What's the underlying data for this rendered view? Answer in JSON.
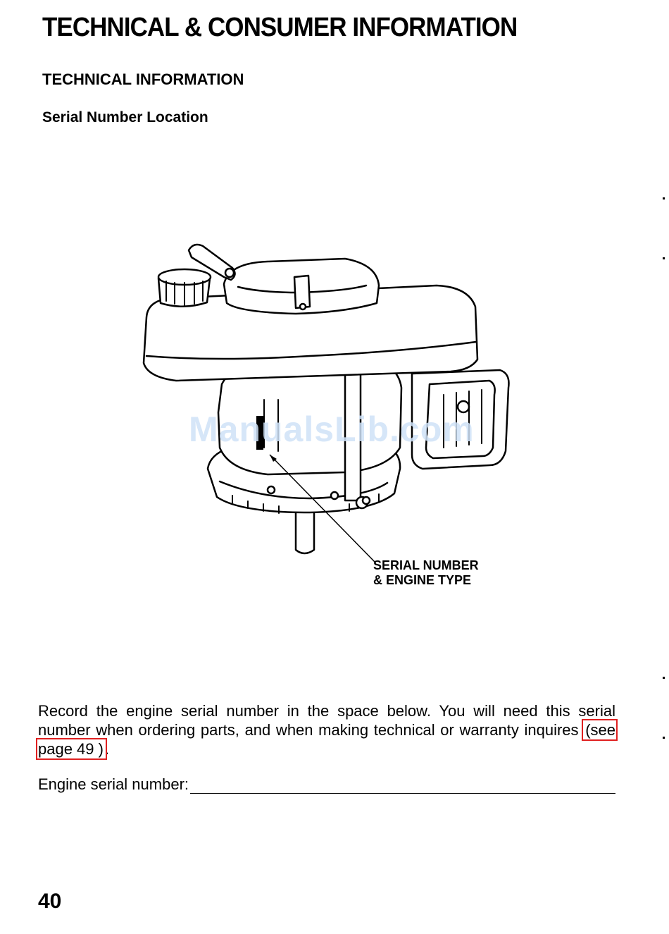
{
  "header": {
    "title": "TECHNICAL & CONSUMER INFORMATION",
    "section": "TECHNICAL INFORMATION",
    "subsection": "Serial Number Location"
  },
  "figure": {
    "callout_line1": "SERIAL NUMBER",
    "callout_line2": "& ENGINE TYPE",
    "watermark": "ManualsLib.com"
  },
  "body": {
    "paragraph_before_link": "Record the engine serial number in the space below. You will need this serial number when ordering parts, and when making technical or warranty inquires ",
    "link_text": "(see page 49 )",
    "paragraph_after_link": ".",
    "serial_label": "Engine serial number:",
    "serial_value": ""
  },
  "footer": {
    "page_number": "40"
  },
  "colors": {
    "link_outline": "#e02020",
    "watermark": "#cfe2f7"
  }
}
